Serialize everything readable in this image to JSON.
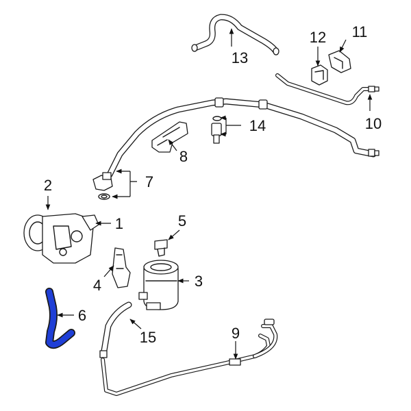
{
  "diagram": {
    "highlight_color": "#1f3fd6",
    "line_color": "#1a1a1a",
    "callouts": {
      "c1": "1",
      "c2": "2",
      "c3": "3",
      "c4": "4",
      "c5": "5",
      "c6": "6",
      "c7": "7",
      "c8": "8",
      "c9": "9",
      "c10": "10",
      "c11": "11",
      "c12": "12",
      "c13": "13",
      "c14": "14",
      "c15": "15"
    }
  }
}
